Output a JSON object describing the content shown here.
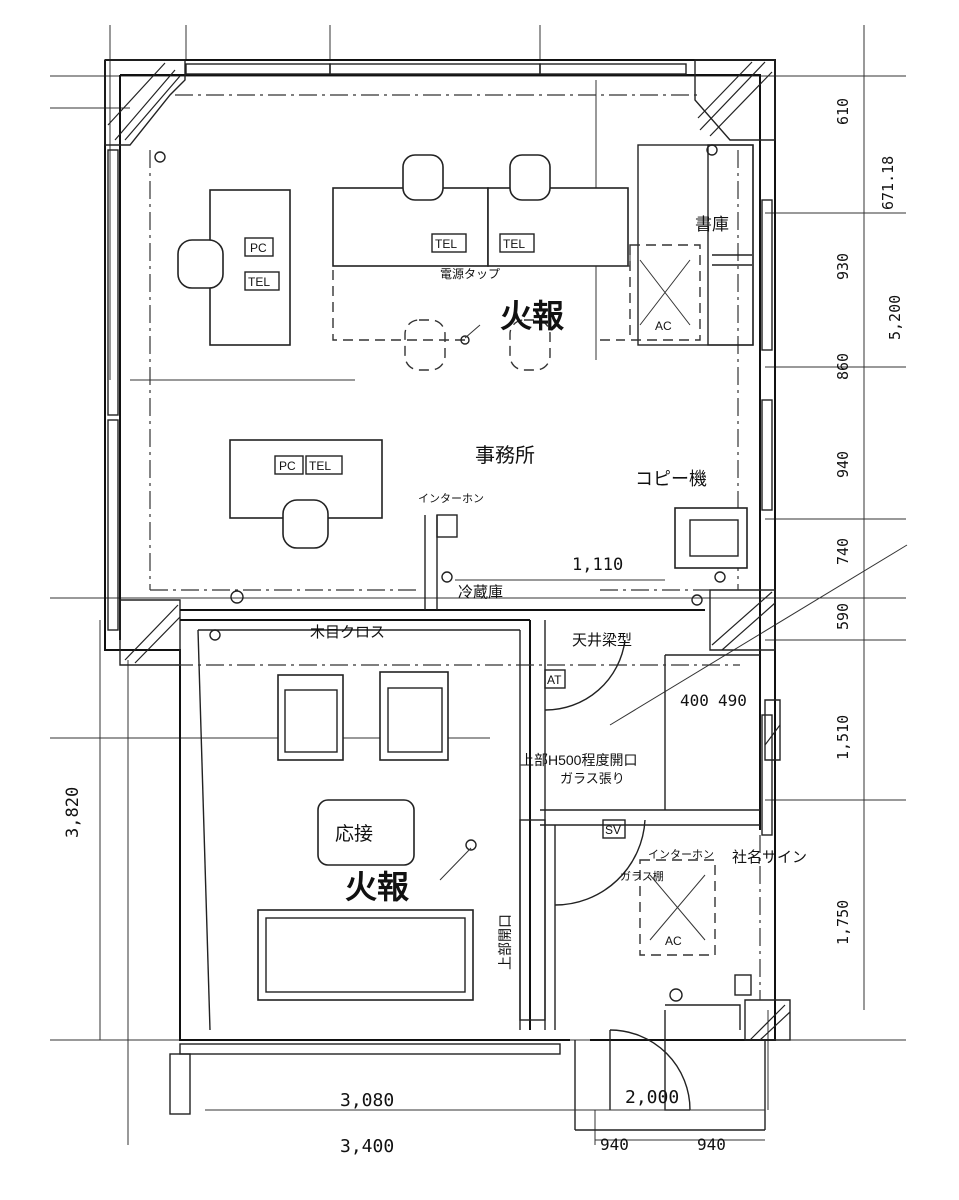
{
  "rooms": {
    "office": "事務所",
    "reception": "応接",
    "storage": "書庫"
  },
  "fire_alarm": "火報",
  "equipment": {
    "pc": "PC",
    "tel": "TEL",
    "power_tap": "電源タップ",
    "intercom_top": "インターホン",
    "fridge": "冷蔵庫",
    "copier": "コピー機",
    "ac": "AC",
    "wood_cloth": "木目クロス",
    "ceiling_beam": "天井梁型",
    "opening_note": "上部H500程度開口",
    "glass_note": "ガラス張り",
    "upper_opening": "上部開口",
    "sv": "SV",
    "intercom_glass_1": "インターホン",
    "intercom_glass_2": "ガラス棚",
    "company_sign": "社名サイン",
    "at": "AT"
  },
  "dimensions": {
    "right": [
      "610",
      "671.18",
      "930",
      "5,200",
      "860",
      "940",
      "740",
      "590",
      "1,510",
      "1,750"
    ],
    "mid_1110": "1,110",
    "mid_400": "400",
    "mid_490": "490",
    "left_3820": "3,820",
    "bottom_3080": "3,080",
    "bottom_2000": "2,000",
    "bottom_3400": "3,400",
    "bottom_940a": "940",
    "bottom_940b": "940"
  }
}
